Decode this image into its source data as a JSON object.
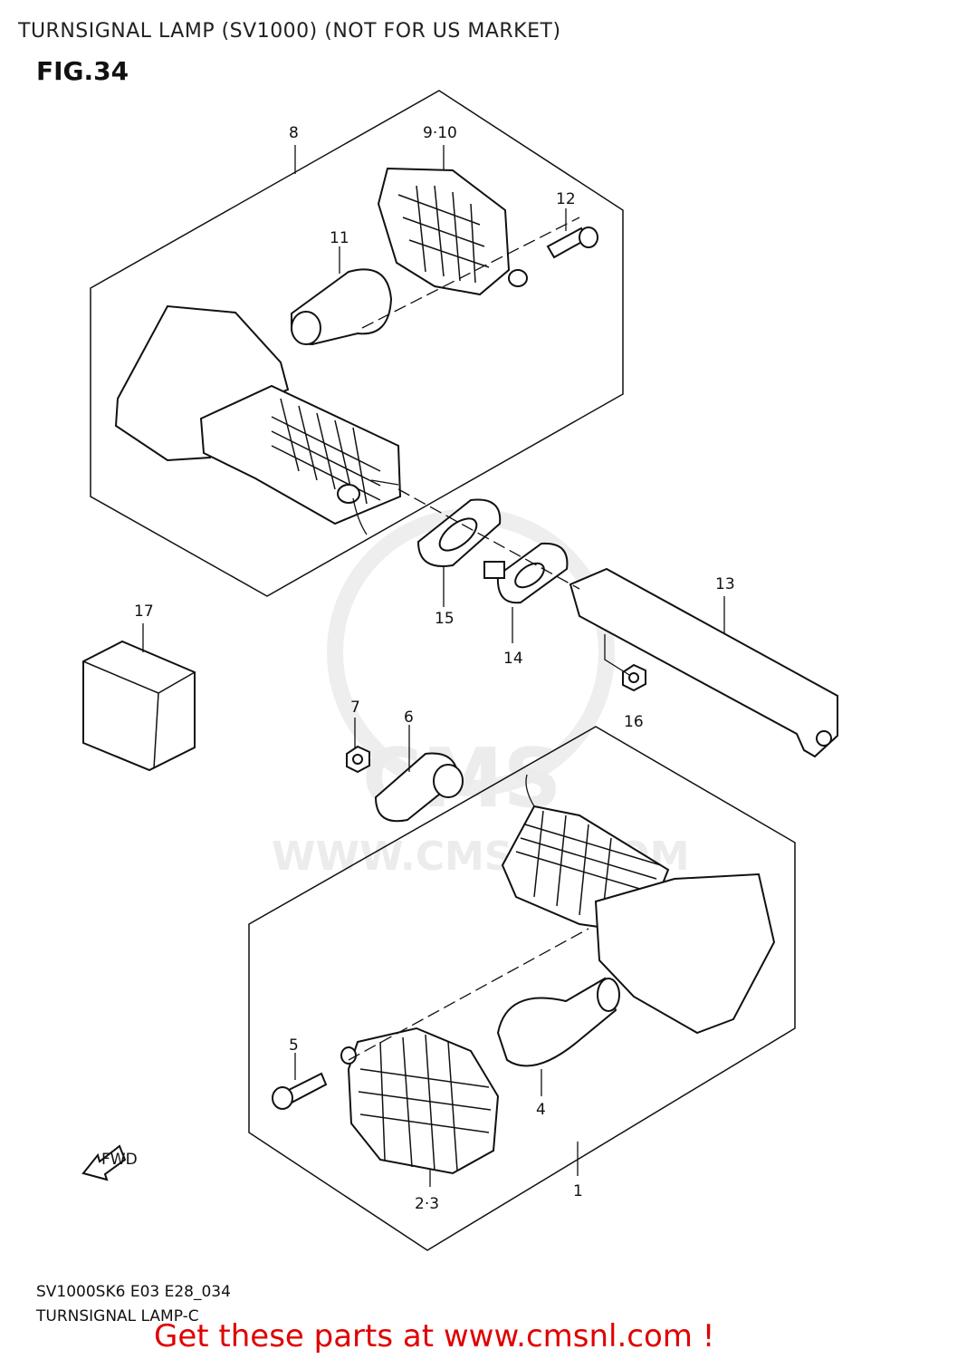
{
  "header": {
    "title": "TURNSIGNAL LAMP (SV1000) (NOT FOR US MARKET)",
    "fig": "FIG.34"
  },
  "watermark": {
    "brand": "CMS",
    "url": "WWW.CMSNL.COM"
  },
  "callouts": {
    "c1": "1",
    "c23": "2·3",
    "c4": "4",
    "c5": "5",
    "c6": "6",
    "c7": "7",
    "c8": "8",
    "c910": "9·10",
    "c11": "11",
    "c12": "12",
    "c13": "13",
    "c14": "14",
    "c15": "15",
    "c16": "16",
    "c17": "17"
  },
  "fwd_label": "FWD",
  "footer": {
    "code": "SV1000SK6 E03 E28_034",
    "name": "TURNSIGNAL LAMP-C"
  },
  "promo": "Get these parts at www.cmsnl.com !",
  "colors": {
    "promo": "#e00000",
    "ink": "#111111",
    "watermark": "#ececec"
  }
}
